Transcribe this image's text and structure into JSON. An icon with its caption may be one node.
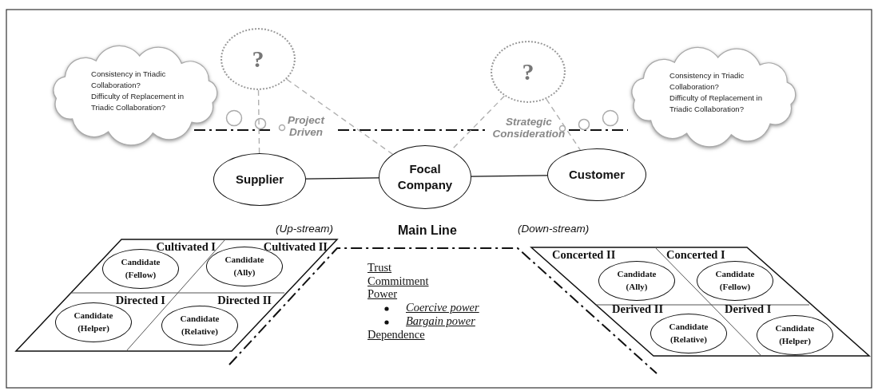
{
  "diagram": {
    "nodes": [
      {
        "text": [
          "Consistency in Triadic Collaboration?",
          "Difficulty of Replacement in Triadic Collaboration?"
        ]
      },
      {
        "text": [
          "?"
        ]
      },
      {
        "text": [
          "?"
        ]
      },
      {
        "text": [
          "Consistency in Triadic Collaboration?",
          "Difficulty of Replacement in Triadic Collaboration?"
        ]
      },
      {
        "text": [
          "Supplier"
        ]
      },
      {
        "text": [
          "Focal Company"
        ]
      },
      {
        "text": [
          "Customer"
        ]
      },
      {
        "text": [
          "Cultivated I",
          "Cultivated II",
          "Directed I",
          "Directed II"
        ]
      },
      {
        "text": [
          "Candidate (Fellow)"
        ],
        "in": 7
      },
      {
        "text": [
          "Candidate (Ally)"
        ],
        "in": 7
      },
      {
        "text": [
          "Candidate (Helper)"
        ],
        "in": 7
      },
      {
        "text": [
          "Candidate (Relative)"
        ],
        "in": 7
      },
      {
        "text": [
          "Concerted II",
          "Concerted I",
          "Derived II",
          "Derived I"
        ]
      },
      {
        "text": [
          "Candidate (Ally)"
        ],
        "in": 12
      },
      {
        "text": [
          "Candidate (Fellow)"
        ],
        "in": 12
      },
      {
        "text": [
          "Candidate (Relative)"
        ],
        "in": 12
      },
      {
        "text": [
          "Candidate (Helper)"
        ],
        "in": 12
      }
    ],
    "edges": [
      {
        "from": 4,
        "to": 5,
        "arrow": "none",
        "color": "#111111"
      },
      {
        "from": 5,
        "to": 6,
        "arrow": "none",
        "color": "#111111"
      },
      {
        "from": 1,
        "to": 4,
        "arrow": "none",
        "style": "dashed",
        "color": "#b0b0b0"
      },
      {
        "from": 1,
        "to": 5,
        "arrow": "none",
        "style": "dashed",
        "color": "#b0b0b0"
      },
      {
        "from": 2,
        "to": 5,
        "arrow": "none",
        "style": "dashed",
        "color": "#b0b0b0"
      },
      {
        "from": 2,
        "to": 6,
        "arrow": "none",
        "style": "dashed",
        "color": "#b0b0b0"
      }
    ],
    "labels": [
      "Project Driven",
      "Strategic Consideration",
      "(Up-stream)",
      "Main Line",
      "(Down-stream)",
      "Trust",
      "Commitment",
      "Power",
      "Coercive power",
      "Bargain power",
      "Dependence"
    ]
  }
}
